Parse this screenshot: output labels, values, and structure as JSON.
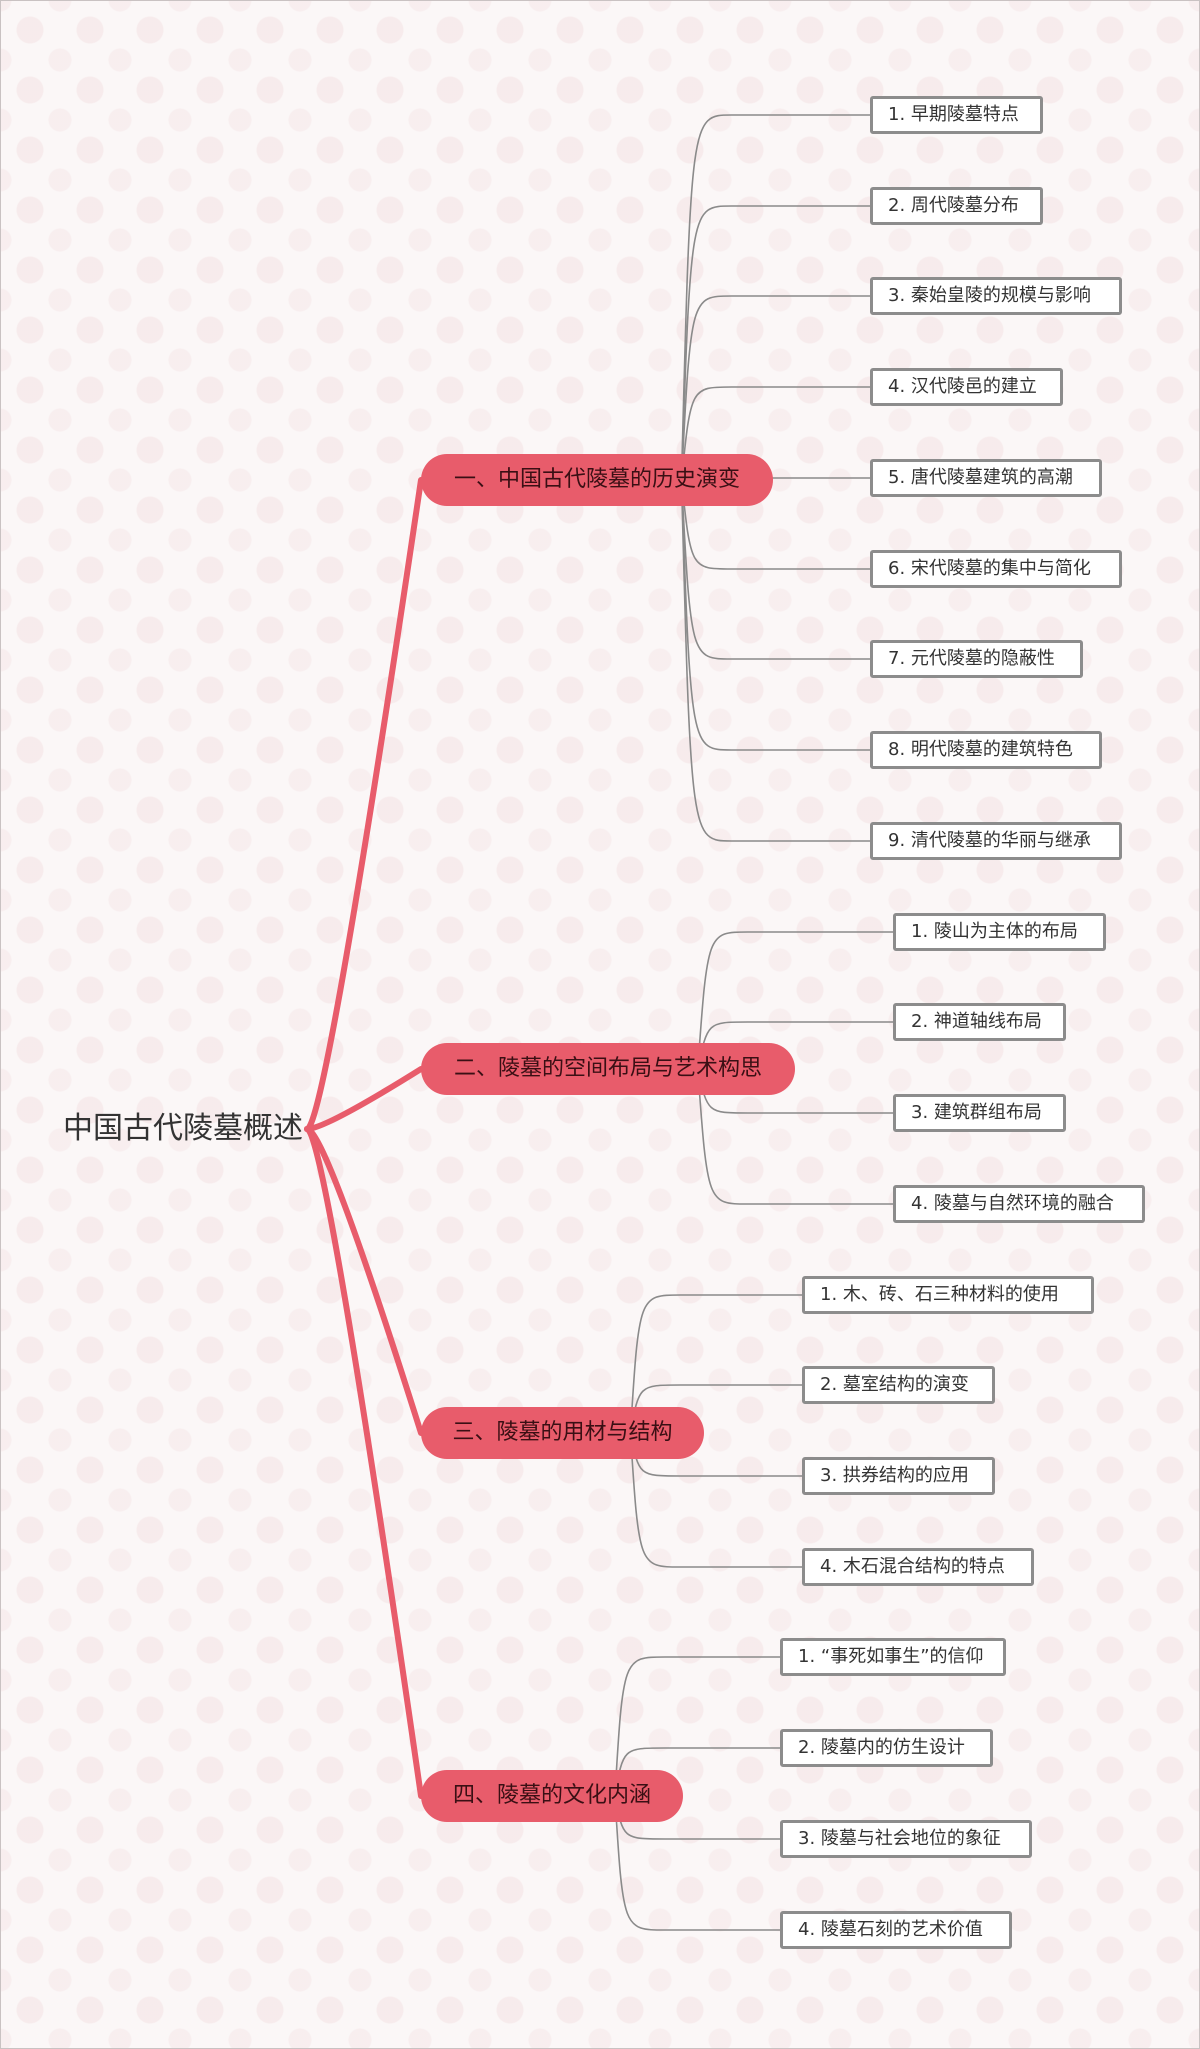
{
  "title": "中国古代陵墓概述",
  "colors": {
    "branch_fill": "#e85c6b",
    "branch_line": "#e85c6b",
    "leaf_border": "#8c8c8c",
    "leaf_line": "#8a8a8a"
  },
  "branches": [
    {
      "label": "一、中国古代陵墓的历史演变",
      "children": [
        "1. 早期陵墓特点",
        "2. 周代陵墓分布",
        "3. 秦始皇陵的规模与影响",
        "4. 汉代陵邑的建立",
        "5. 唐代陵墓建筑的高潮",
        "6. 宋代陵墓的集中与简化",
        "7. 元代陵墓的隐蔽性",
        "8. 明代陵墓的建筑特色",
        "9. 清代陵墓的华丽与继承"
      ]
    },
    {
      "label": "二、陵墓的空间布局与艺术构思",
      "children": [
        "1. 陵山为主体的布局",
        "2. 神道轴线布局",
        "3. 建筑群组布局",
        "4. 陵墓与自然环境的融合"
      ]
    },
    {
      "label": "三、陵墓的用材与结构",
      "children": [
        "1. 木、砖、石三种材料的使用",
        "2. 墓室结构的演变",
        "3. 拱券结构的应用",
        "4. 木石混合结构的特点"
      ]
    },
    {
      "label": "四、陵墓的文化内涵",
      "children": [
        "1. “事死如事生”的信仰",
        "2. 陵墓内的仿生设计",
        "3. 陵墓与社会地位的象征",
        "4. 陵墓石刻的艺术价值"
      ]
    }
  ]
}
